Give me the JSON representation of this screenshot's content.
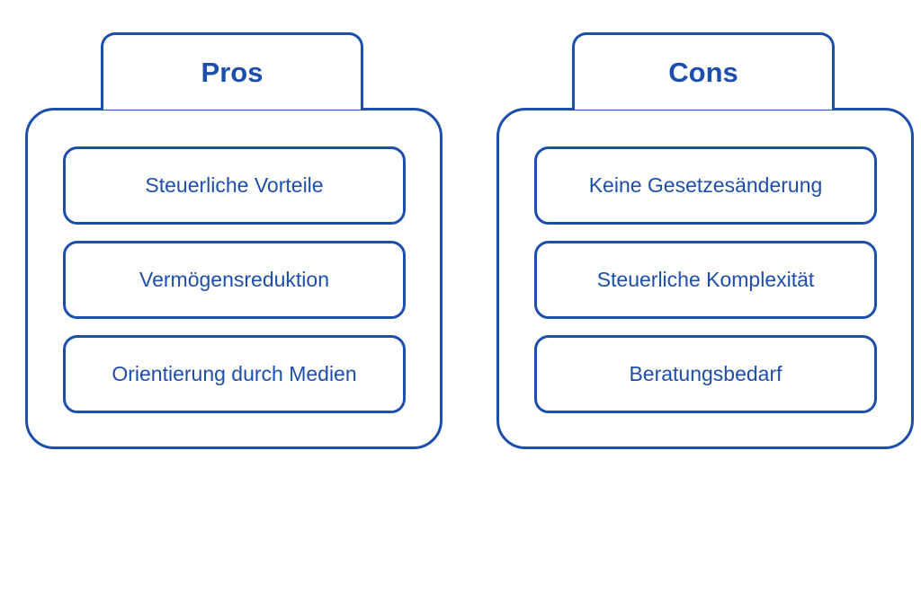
{
  "pros": {
    "title": "Pros",
    "items": [
      {
        "label": "Steuerliche Vorteile"
      },
      {
        "label": "Vermögensreduktion"
      },
      {
        "label": "Orientierung durch Medien"
      }
    ]
  },
  "cons": {
    "title": "Cons",
    "items": [
      {
        "label": "Keine Gesetzesänderung"
      },
      {
        "label": "Steuerliche Komplexität"
      },
      {
        "label": "Beratungsbedarf"
      }
    ]
  },
  "colors": {
    "accent": "#1e4eab",
    "background": "#ffffff"
  }
}
